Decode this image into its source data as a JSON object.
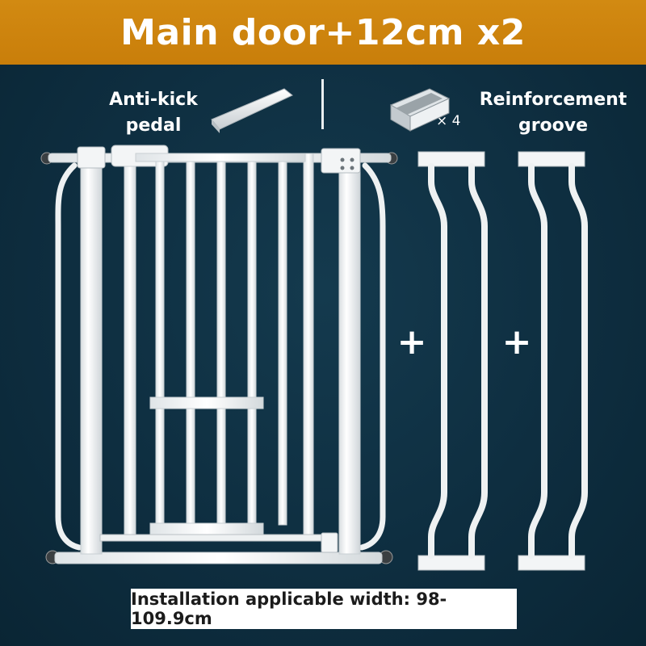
{
  "header": {
    "title": "Main door+12cm x2"
  },
  "accessories": {
    "anti_kick_label": "Anti-kick\npedal",
    "reinforcement_label": "Reinforcement\ngroove",
    "reinforcement_qty": "× 4"
  },
  "extensions": {
    "plus_symbol": "+"
  },
  "footer": {
    "installation_text": "Installation applicable width: 98-109.9cm"
  },
  "colors": {
    "banner": "#d28a12",
    "background": "#0e2e40",
    "gate": "#f4f6f7"
  }
}
